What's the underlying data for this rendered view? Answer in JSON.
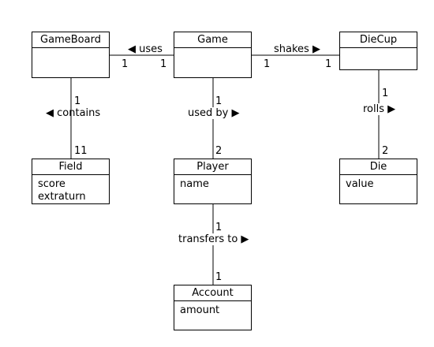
{
  "classes": {
    "gameboard": {
      "name": "GameBoard",
      "attributes": []
    },
    "game": {
      "name": "Game",
      "attributes": []
    },
    "diecup": {
      "name": "DieCup",
      "attributes": []
    },
    "field": {
      "name": "Field",
      "attributes": [
        "score",
        "extraturn"
      ]
    },
    "player": {
      "name": "Player",
      "attributes": [
        "name"
      ]
    },
    "die": {
      "name": "Die",
      "attributes": [
        "value"
      ]
    },
    "account": {
      "name": "Account",
      "attributes": [
        "amount"
      ]
    }
  },
  "associations": {
    "uses": {
      "label": "◀ uses",
      "from_mult": "1",
      "to_mult": "1"
    },
    "shakes": {
      "label": "shakes ▶",
      "from_mult": "1",
      "to_mult": "1"
    },
    "contains": {
      "label": "◀ contains",
      "from_mult": "1",
      "to_mult": "11"
    },
    "used_by": {
      "label": "used by ▶",
      "from_mult": "1",
      "to_mult": "2"
    },
    "rolls": {
      "label": "rolls ▶",
      "from_mult": "1",
      "to_mult": "2"
    },
    "transfers": {
      "label": "transfers to ▶",
      "from_mult": "1",
      "to_mult": "1"
    }
  }
}
